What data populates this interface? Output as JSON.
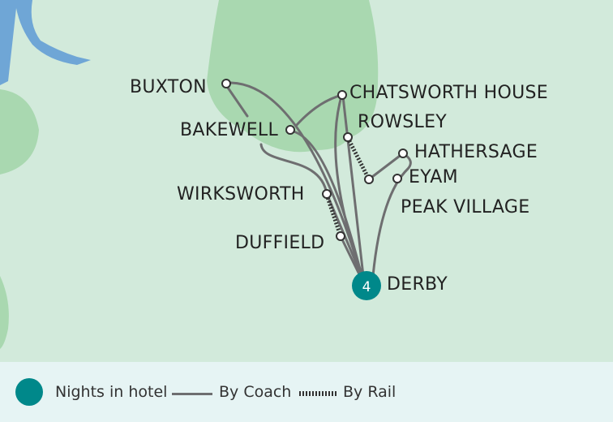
{
  "places": {
    "buxton": "BUXTON",
    "chatsworth": "CHATSWORTH HOUSE",
    "bakewell": "BAKEWELL",
    "rowsley": "ROWSLEY",
    "hathersage": "HATHERSAGE",
    "eyam": "EYAM",
    "peak_village": "PEAK VILLAGE",
    "wirksworth": "WIRKSWORTH",
    "duffield": "DUFFIELD",
    "derby": "DERBY"
  },
  "hotel_nights": {
    "derby": "4"
  },
  "legend": {
    "hotel": "Nights in hotel",
    "coach": "By Coach",
    "rail": "By Rail"
  },
  "colors": {
    "hotel": "#00888a",
    "route": "#6e6e70",
    "land": "#d2eadb",
    "park": "#a9d8b0",
    "water": "#6fa6d6",
    "legend_bg": "#e6f4f4"
  }
}
